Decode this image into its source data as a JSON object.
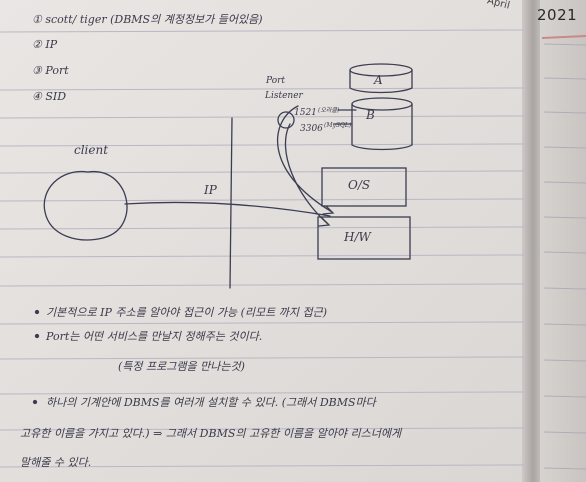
{
  "page": {
    "year": "2021",
    "month": "April"
  },
  "top_notes": [
    {
      "marker": "①",
      "text": "scott/ tiger (DBMS의 계정정보가 들어있음)"
    },
    {
      "marker": "②",
      "text": "IP"
    },
    {
      "marker": "③",
      "text": "Port"
    },
    {
      "marker": "④",
      "text": "SID"
    }
  ],
  "diagram": {
    "client_label": "client",
    "ip_label": "IP",
    "port_label": "Port",
    "listener_label": "Listener",
    "port_1521": "1521",
    "port_1521_note": "(오라클)",
    "port_3306": "3306",
    "port_3306_note": "(MySQL)",
    "db_a": "A",
    "db_b": "B",
    "os_label": "O/S",
    "hw_label": "H/W"
  },
  "bullets": [
    "기본적으로 IP 주소를 알아야 접근이 가능 (리모트 까지 접근)",
    "Port는 어떤 서비스를 만날지 정해주는 것이다.",
    "(특정 프로그램을 만나는것)",
    "하나의 기계안에 DBMS를 여러개 설치할 수 있다. (그래서 DBMS마다",
    "고유한 이름을 가지고 있다.) ⇒ 그래서 DBMS의 고유한 이름을 알아야 리스너에게",
    "말해줄 수 있다."
  ]
}
